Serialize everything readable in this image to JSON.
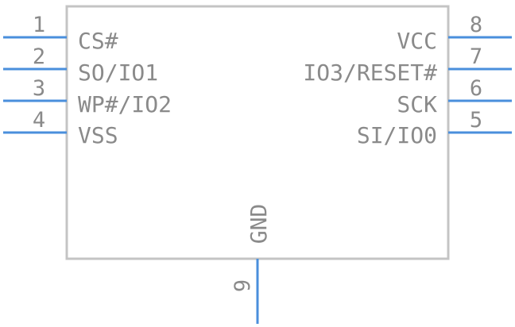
{
  "colors": {
    "body_outline": "#c4c4c4",
    "pin_line": "#4a8fdc",
    "text": "#8a8a8a",
    "background": "#ffffff"
  },
  "pins": {
    "p1": {
      "number": "1",
      "name": "CS#"
    },
    "p2": {
      "number": "2",
      "name": "SO/IO1"
    },
    "p3": {
      "number": "3",
      "name": "WP#/IO2"
    },
    "p4": {
      "number": "4",
      "name": "VSS"
    },
    "p5": {
      "number": "5",
      "name": "SI/IO0"
    },
    "p6": {
      "number": "6",
      "name": "SCK"
    },
    "p7": {
      "number": "7",
      "name": "IO3/RESET#"
    },
    "p8": {
      "number": "8",
      "name": "VCC"
    },
    "p9": {
      "number": "9",
      "name": "GND"
    }
  }
}
